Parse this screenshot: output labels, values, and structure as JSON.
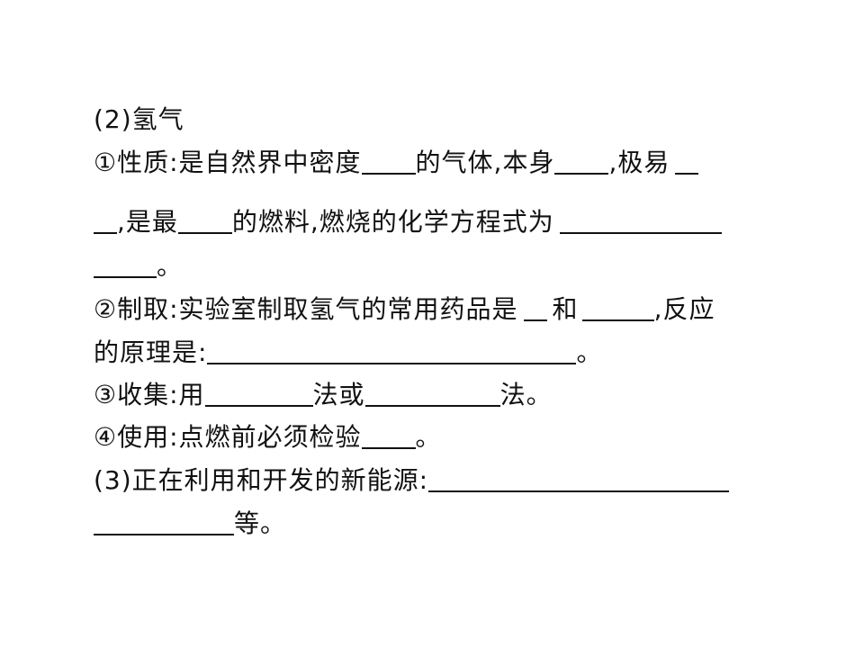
{
  "lines": {
    "l1": {
      "a": "(2)氢气"
    },
    "l2": {
      "a": "①性质:是自然界中密度",
      "b": "的气体,本身",
      "c": ",极易"
    },
    "l3": {
      "a": ",是最",
      "b": "的燃料,燃烧的化学方程式为"
    },
    "l4": {
      "a": "。"
    },
    "l5": {
      "a": "②制取:实验室制取氢气的常用药品是",
      "b": "和",
      "c": ",反应"
    },
    "l6": {
      "a": "的原理是:",
      "b": "。"
    },
    "l7": {
      "a": "③收集:用",
      "b": "法或",
      "c": "法。"
    },
    "l8": {
      "a": "④使用:点燃前必须检验",
      "b": "。"
    },
    "l9": {
      "a": "(3)正在利用和开发的新能源:"
    },
    "l10": {
      "a": "等。"
    }
  }
}
